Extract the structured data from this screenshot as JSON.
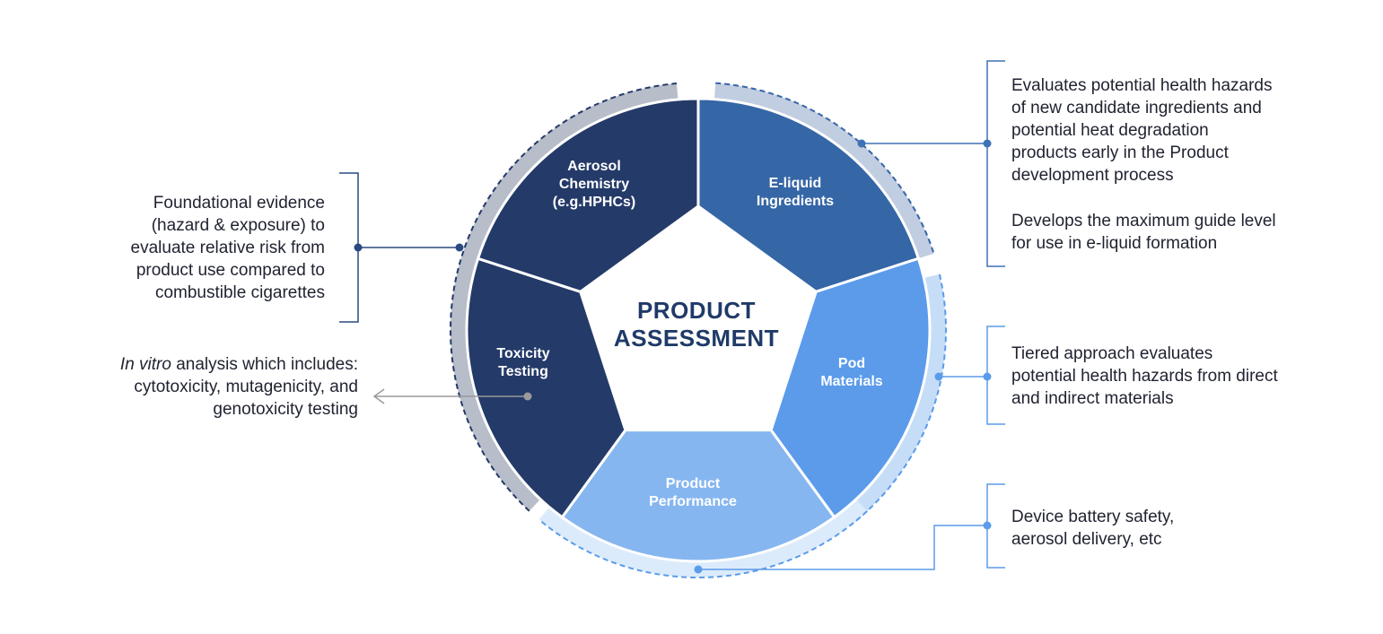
{
  "center_label": [
    "PRODUCT",
    "ASSESSMENT"
  ],
  "segments": [
    {
      "id": "aerosol",
      "lines": [
        "Aerosol",
        "Chemistry",
        "(e.g.HPHCs)"
      ],
      "color": "#243a69"
    },
    {
      "id": "eliquid",
      "lines": [
        "E-liquid",
        "Ingredients"
      ],
      "color": "#3566a6"
    },
    {
      "id": "pod",
      "lines": [
        "Pod",
        "Materials"
      ],
      "color": "#5b9bea"
    },
    {
      "id": "performance",
      "lines": [
        "Product",
        "Performance"
      ],
      "color": "#86b6f0"
    },
    {
      "id": "toxicity",
      "lines": [
        "Toxicity",
        "Testing"
      ],
      "color": "#243a69"
    }
  ],
  "notes": {
    "foundational": [
      "Foundational evidence",
      "(hazard & exposure) to",
      "evaluate relative risk from",
      "product use compared to",
      "combustible cigarettes"
    ],
    "invitro_italic": "In vitro",
    "invitro_first": " analysis which includes:",
    "invitro_rest": [
      "cytotoxicity, mutagenicity, and",
      "genotoxicity testing"
    ],
    "eliquid_para1": [
      "Evaluates potential health  hazards",
      "of new candidate ingredients and",
      "potential heat degradation",
      "products early in the Product",
      "development process"
    ],
    "eliquid_para2": [
      "Develops the maximum guide level",
      "for use in e-liquid formation"
    ],
    "pod": [
      "Tiered approach evaluates",
      "potential health hazards from direct",
      "and indirect materials"
    ],
    "device": [
      "Device battery safety,",
      "aerosol delivery, etc"
    ]
  },
  "colors": {
    "arc_left": "#b7bdc9",
    "arc_left_dash": "#243a69",
    "arc_topright": "#c1cde0",
    "arc_topright_dash": "#3566a6",
    "arc_right": "#c6ddf7",
    "arc_right_dash": "#5b9bea",
    "arc_bottom": "#dcebfb",
    "arc_bottom_dash": "#5b9bea",
    "connector_dark": "#2a4a80",
    "connector_mid": "#3e72b6",
    "connector_light": "#5b9bea",
    "arrow": "#9a9a9a"
  }
}
